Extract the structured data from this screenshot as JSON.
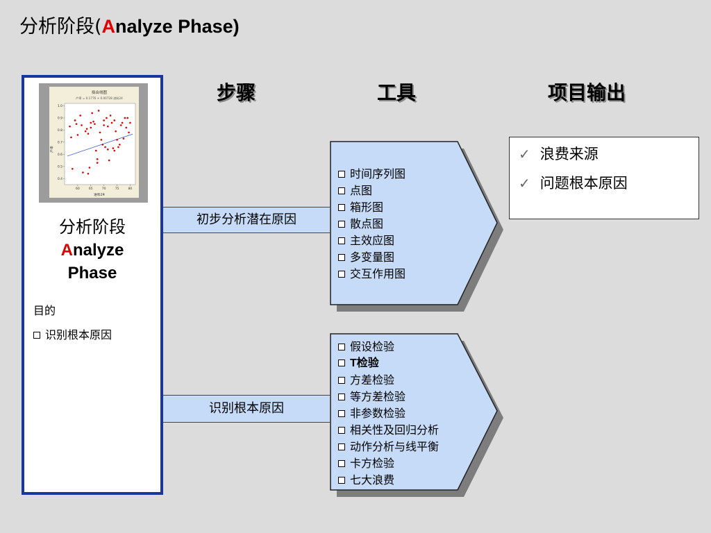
{
  "slide": {
    "title_cn": "分析阶段(",
    "title_en_first": "A",
    "title_en_rest": "nalyze Phase)"
  },
  "left_panel": {
    "chart_title": "拟合线图",
    "chart_equation": "产率 = 0.1776 + 0.00728 进料24",
    "chart_xlabel": "进料24",
    "chart_ylabel": "产率",
    "phase_cn": "分析阶段",
    "phase_en_first": "A",
    "phase_en_rest": "nalyze",
    "phase_en_line2": "Phase",
    "purpose_label": "目的",
    "purpose_item": "识别根本原因"
  },
  "chart_data": {
    "type": "scatter",
    "title": "拟合线图",
    "subtitle": "产率 = 0.1776 + 0.00728 进料24",
    "xlabel": "进料24",
    "ylabel": "产率",
    "xlim": [
      55,
      82
    ],
    "ylim": [
      0.35,
      1.02
    ],
    "xticks": [
      "60",
      "65",
      "70",
      "75",
      "80"
    ],
    "yticks": [
      "0.4",
      "0.5",
      "0.6",
      "0.7",
      "0.8",
      "0.9",
      "1.0"
    ],
    "points": [
      [
        57,
        0.83
      ],
      [
        57.5,
        0.74
      ],
      [
        58,
        0.48
      ],
      [
        59,
        0.88
      ],
      [
        59.5,
        0.85
      ],
      [
        60,
        0.76
      ],
      [
        61,
        0.92
      ],
      [
        61.5,
        0.84
      ],
      [
        62,
        0.45
      ],
      [
        63,
        0.79
      ],
      [
        63.5,
        0.81
      ],
      [
        64,
        0.77
      ],
      [
        64,
        0.44
      ],
      [
        64.5,
        0.49
      ],
      [
        65,
        0.86
      ],
      [
        65,
        0.82
      ],
      [
        65.5,
        0.94
      ],
      [
        66,
        0.87
      ],
      [
        66.5,
        0.85
      ],
      [
        67,
        0.63
      ],
      [
        67.5,
        0.56
      ],
      [
        67.5,
        0.53
      ],
      [
        68,
        0.96
      ],
      [
        68.5,
        0.78
      ],
      [
        69,
        0.72
      ],
      [
        69.5,
        0.68
      ],
      [
        70,
        0.88
      ],
      [
        70,
        0.84
      ],
      [
        70.5,
        0.66
      ],
      [
        71,
        0.9
      ],
      [
        71.5,
        0.83
      ],
      [
        71.5,
        0.64
      ],
      [
        72,
        0.55
      ],
      [
        72.5,
        0.92
      ],
      [
        73,
        0.86
      ],
      [
        73.5,
        0.65
      ],
      [
        74,
        0.63
      ],
      [
        74,
        0.88
      ],
      [
        74.5,
        0.79
      ],
      [
        75,
        0.72
      ],
      [
        75.5,
        0.66
      ],
      [
        76,
        0.68
      ],
      [
        76.5,
        0.84
      ],
      [
        77,
        0.86
      ],
      [
        77.5,
        0.73
      ],
      [
        78,
        0.9
      ],
      [
        78.5,
        0.82
      ],
      [
        79,
        0.9
      ],
      [
        79.5,
        0.78
      ],
      [
        80,
        0.86
      ]
    ],
    "fit_line": {
      "intercept": 0.1776,
      "slope": 0.00728
    }
  },
  "columns": {
    "steps": "步骤",
    "tools": "工具",
    "outputs": "项目输出"
  },
  "steps": [
    {
      "label": "初步分析潜在原因"
    },
    {
      "label": "识别根本原因"
    }
  ],
  "tools_group_1": [
    "时间序列图",
    "点图",
    "箱形图",
    "散点图",
    "主效应图",
    "多变量图",
    "交互作用图"
  ],
  "tools_group_2": [
    "假设检验",
    "T检验",
    "方差检验",
    "等方差检验",
    "非参数检验",
    "相关性及回归分析",
    "动作分析与线平衡",
    "卡方检验",
    "七大浪费"
  ],
  "outputs": [
    "浪费来源",
    "问题根本原因"
  ],
  "icons": {
    "bullet": "checkbox-bullet-icon",
    "check": "check-mark-icon"
  },
  "colors": {
    "panel_border": "#1a35a0",
    "accent_red": "#e00000",
    "arrow_fill": "#c6dbf7",
    "shadow": "#7d7d7d",
    "background": "#dcdcdc"
  }
}
